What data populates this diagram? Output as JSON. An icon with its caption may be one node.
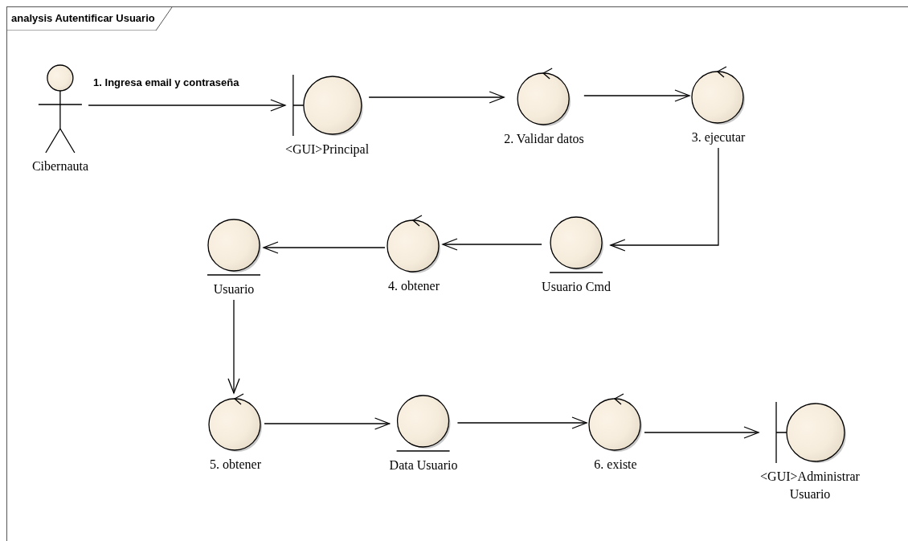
{
  "diagram": {
    "title": "analysis Autentificar Usuario",
    "nodes": [
      {
        "text": [
          "Cibernauta"
        ]
      },
      {
        "text": [
          "<GUI>Principal"
        ]
      },
      {
        "text": [
          "2. Validar datos"
        ]
      },
      {
        "text": [
          "3. ejecutar"
        ]
      },
      {
        "text": [
          "Usuario"
        ]
      },
      {
        "text": [
          "4. obtener"
        ]
      },
      {
        "text": [
          "Usuario Cmd"
        ]
      },
      {
        "text": [
          "5. obtener"
        ]
      },
      {
        "text": [
          "Data Usuario"
        ]
      },
      {
        "text": [
          "6. existe"
        ]
      },
      {
        "text": [
          "<GUI>Administrar Usuario"
        ]
      }
    ],
    "edges": [
      {
        "from": 0,
        "to": 1,
        "arrow": "to",
        "label": "1. Ingresa email y contraseña"
      },
      {
        "from": 1,
        "to": 2,
        "arrow": "to"
      },
      {
        "from": 2,
        "to": 3,
        "arrow": "to"
      },
      {
        "from": 3,
        "to": 6,
        "arrow": "to"
      },
      {
        "from": 6,
        "to": 5,
        "arrow": "to"
      },
      {
        "from": 5,
        "to": 4,
        "arrow": "to"
      },
      {
        "from": 4,
        "to": 7,
        "arrow": "to"
      },
      {
        "from": 7,
        "to": 8,
        "arrow": "to"
      },
      {
        "from": 8,
        "to": 9,
        "arrow": "to"
      },
      {
        "from": 9,
        "to": 10,
        "arrow": "to"
      }
    ]
  }
}
